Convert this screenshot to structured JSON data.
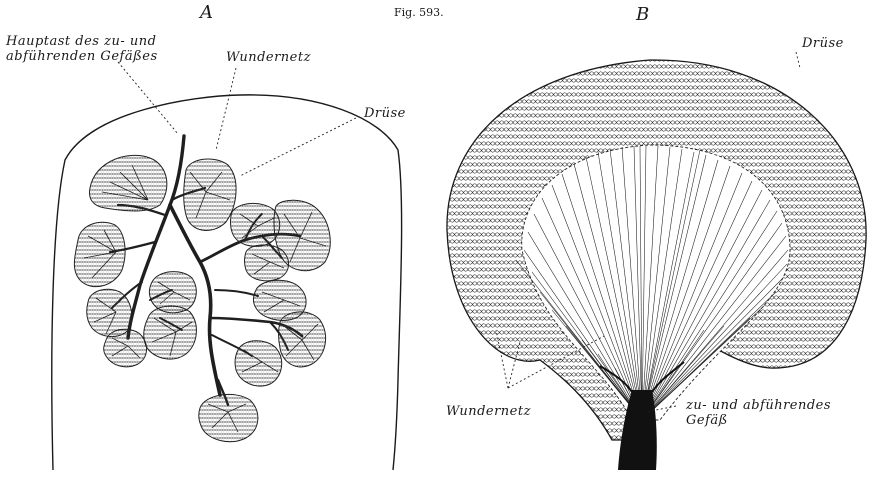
{
  "figure": {
    "number": "Fig. 593.",
    "panel_a": {
      "letter": "A",
      "labels": {
        "main_branch_line1": "Hauptast des zu- und",
        "main_branch_line2": "abführenden Gefäßes",
        "rete": "Wundernetz",
        "gland": "Drüse"
      }
    },
    "panel_b": {
      "letter": "B",
      "labels": {
        "gland": "Drüse",
        "rete": "Wundernetz",
        "vessel_line1": "zu- und abführendes",
        "vessel_line2": "Gefäß"
      }
    }
  }
}
